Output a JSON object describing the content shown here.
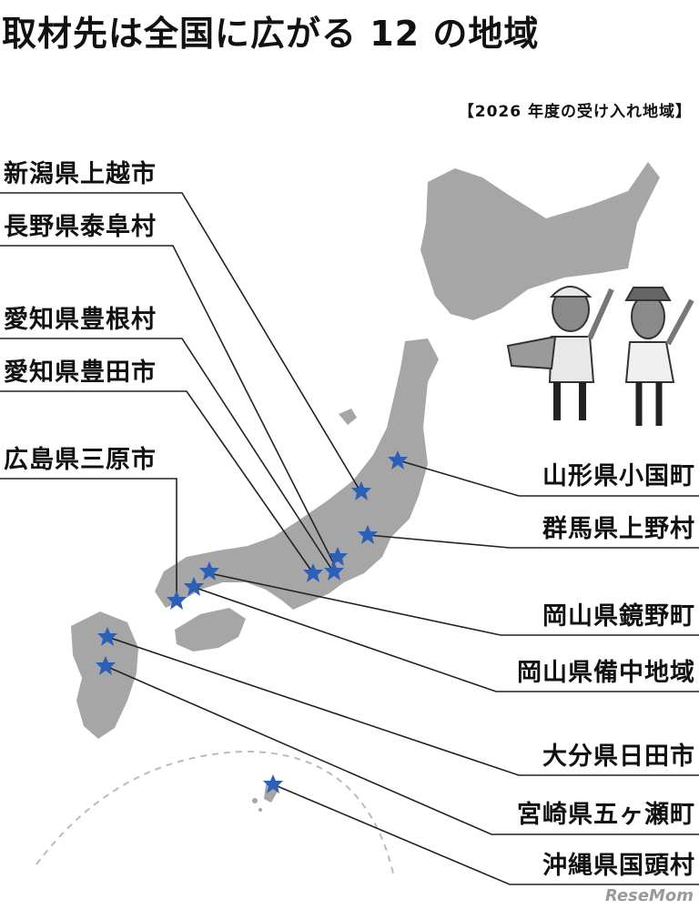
{
  "title": "取材先は全国に広がる 12 の地域",
  "subtitle": "【2026 年度の受け入れ地域】",
  "map_fill": "#a6a6a6",
  "star_color": "#2b5fb8",
  "line_color": "#222222",
  "regions": [
    {
      "name": "新潟県上越市",
      "side": "left"
    },
    {
      "name": "長野県泰阜村",
      "side": "left"
    },
    {
      "name": "愛知県豊根村",
      "side": "left"
    },
    {
      "name": "愛知県豊田市",
      "side": "left"
    },
    {
      "name": "広島県三原市",
      "side": "left"
    },
    {
      "name": "山形県小国町",
      "side": "right"
    },
    {
      "name": "群馬県上野村",
      "side": "right"
    },
    {
      "name": "岡山県鏡野町",
      "side": "right"
    },
    {
      "name": "岡山県備中地域",
      "side": "right"
    },
    {
      "name": "大分県日田市",
      "side": "right"
    },
    {
      "name": "宮崎県五ヶ瀬町",
      "side": "right"
    },
    {
      "name": "沖縄県国頭村",
      "side": "right"
    }
  ],
  "watermark": "ReseMom"
}
